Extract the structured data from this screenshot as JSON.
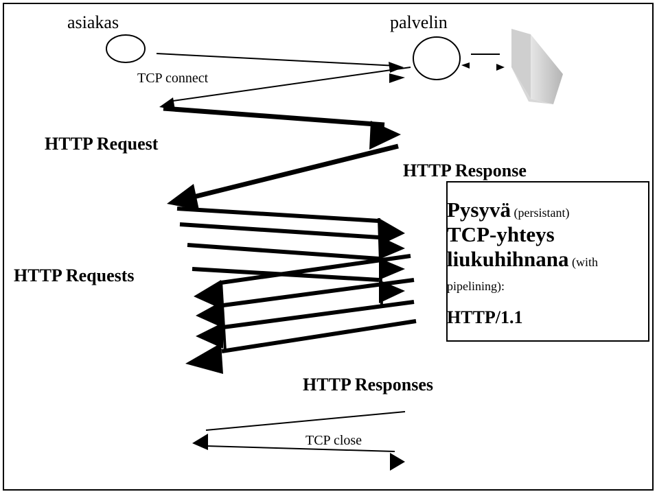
{
  "nodes": {
    "client_label": "asiakas",
    "server_label": "palvelin"
  },
  "arrows": {
    "tcp_connect": "TCP connect",
    "http_request": "HTTP Request",
    "http_response": "HTTP Response",
    "http_requests": "HTTP Requests",
    "http_responses": "HTTP Responses",
    "tcp_close": "TCP close"
  },
  "note": {
    "line1_bold": "Pysyvä",
    "line1_small": " (persistant)",
    "line2_bold": "TCP-yhteys",
    "line3_bold": "liukuhihnana",
    "line3_small": " (with",
    "line4_small": "pipelining):",
    "line5_bold": "HTTP/1.1"
  },
  "colors": {
    "line": "#000000",
    "storage_light": "#e6e6e6",
    "storage_dark": "#b4b4b4"
  },
  "icons": {
    "client": "circle-node-icon",
    "server": "circle-node-icon",
    "storage": "storage-block-icon"
  }
}
